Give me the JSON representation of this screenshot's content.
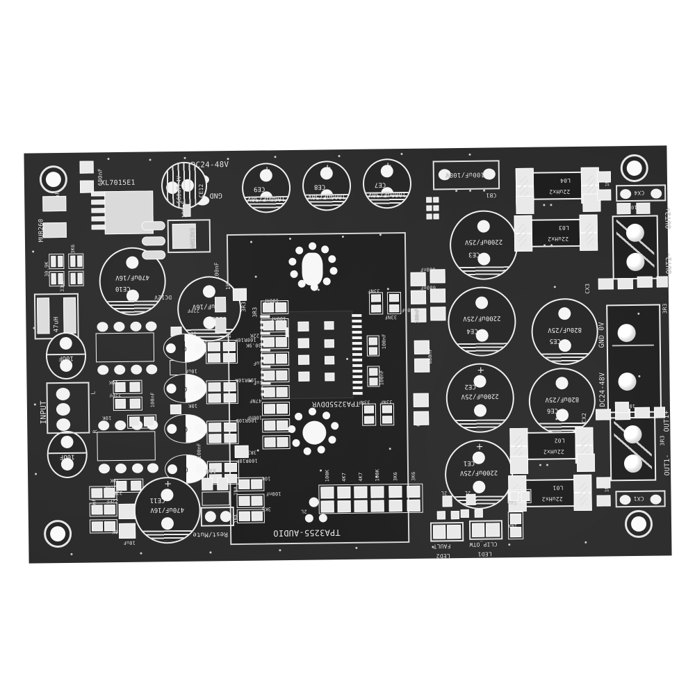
{
  "board": {
    "name": "TPA3255-AUDIO",
    "main_ic": "TPA3255DDVR",
    "buck_ic": "XL7015E1",
    "ldo_ic": "AMS3V3",
    "diode": "MUR260",
    "background_color": "#ffffff",
    "pcb_color": "#2b2b2b",
    "silk_color": "#ededed"
  },
  "connectors": {
    "power_in_label": "DC24-48V",
    "power_gnd_label": "GND",
    "input_label": "INPUT",
    "input_ch_r": "R",
    "input_ch_l": "L",
    "out1_minus": "OUT1-",
    "out1_plus": "OUT1+",
    "out2_minus": "OUT2-",
    "out2_plus": "OUT2+",
    "gnd_0v": "GND  0V",
    "dc_terminal": "DC24-48V",
    "reset_mute": "Rest/Mute"
  },
  "leds": [
    {
      "name": "FAULT",
      "ref": "LED2"
    },
    {
      "name": "CLIP_OTW",
      "ref": "LED1"
    }
  ],
  "electrolytics": [
    {
      "ref": "CE9",
      "value": "1000uF/50V"
    },
    {
      "ref": "CE8",
      "value": "1000uF/50V"
    },
    {
      "ref": "CE7",
      "value": "1000uF/50V"
    },
    {
      "ref": "CE12",
      "value": "560uF/4V"
    },
    {
      "ref": "CE10",
      "value": "470uF/16V"
    },
    {
      "ref": "CE18",
      "value": "470uF/16V"
    },
    {
      "ref": "CE11",
      "value": "470uF/16V"
    },
    {
      "ref": "CE3",
      "value": "2200uF/25V"
    },
    {
      "ref": "CE4",
      "value": "2200uF/25V"
    },
    {
      "ref": "CE2",
      "value": "2200uF/25V"
    },
    {
      "ref": "CE1",
      "value": "2200uF/25V"
    },
    {
      "ref": "CE5",
      "value": "820uF/25V"
    },
    {
      "ref": "CE6",
      "value": "820uF/25V"
    },
    {
      "ref": "CB1",
      "value": "100uF/100V"
    }
  ],
  "inductors": [
    {
      "ref": "L04",
      "value": "22uHx2"
    },
    {
      "ref": "L03",
      "value": "22uHx2"
    },
    {
      "ref": "L02",
      "value": "22uHx2"
    },
    {
      "ref": "L01",
      "value": "22uHx2"
    }
  ],
  "output_caps": [
    "CX4",
    "CX3",
    "CX2",
    "CX1"
  ],
  "snubbers": [
    "3R3",
    "3R3",
    "3R3",
    "3R3"
  ],
  "passives": {
    "buck_section": [
      "680nF",
      "680nF",
      "47uH",
      "30.9K",
      "3K6",
      "33uF",
      "100nF",
      "DC12V",
      "1H",
      "1H",
      "3R3"
    ],
    "input_section": [
      "10UF",
      "10UF",
      "10K",
      "10K",
      "10K",
      "10K",
      "10K",
      "10K",
      "22PF",
      "22PF",
      "22PF",
      "22PF",
      "100nF",
      "100nF",
      "10uF",
      "10uF"
    ],
    "gain_resistors": [
      "100R10P",
      "100R10A",
      "100R10D",
      "100R10P"
    ],
    "ic_section": [
      "100nF",
      "100nF",
      "100nF",
      "100nF",
      "22K",
      "30.9K",
      "1uF",
      "1uF",
      "47NF",
      "3R3",
      "3R3",
      "33NF",
      "33NF",
      "33NF",
      "33NF",
      "680nF",
      "680nF",
      "680nF",
      "680nF",
      "100nF",
      "100nF",
      "100nF"
    ],
    "bottom_section": [
      "10K",
      "100nF",
      "3K6",
      "3K6",
      "3K6",
      "100K",
      "4K7",
      "4K7",
      "100K",
      "2L",
      "2L",
      "2L",
      "118",
      "1NA",
      "1NA",
      "1NA",
      "1NF",
      "10R"
    ]
  },
  "net_labels": [
    "DC24-48V",
    "GND",
    "DC12V",
    "GND  0V"
  ]
}
